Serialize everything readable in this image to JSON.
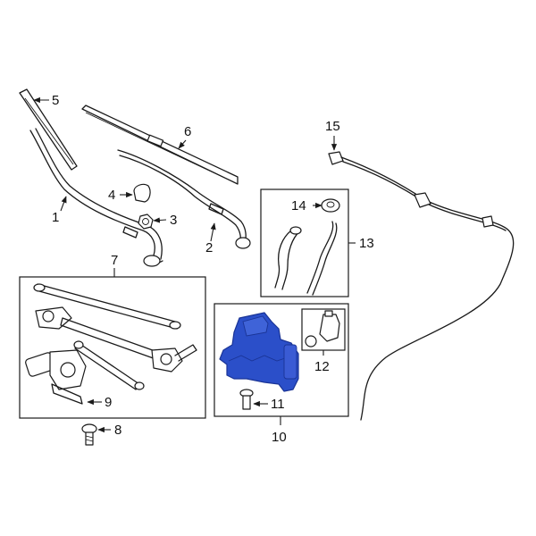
{
  "callouts": [
    {
      "id": "c1",
      "label": "1"
    },
    {
      "id": "c2",
      "label": "2"
    },
    {
      "id": "c3",
      "label": "3"
    },
    {
      "id": "c4",
      "label": "4"
    },
    {
      "id": "c5",
      "label": "5"
    },
    {
      "id": "c6",
      "label": "6"
    },
    {
      "id": "c7",
      "label": "7"
    },
    {
      "id": "c8",
      "label": "8"
    },
    {
      "id": "c9",
      "label": "9"
    },
    {
      "id": "c10",
      "label": "10"
    },
    {
      "id": "c11",
      "label": "11"
    },
    {
      "id": "c12",
      "label": "12"
    },
    {
      "id": "c13",
      "label": "13"
    },
    {
      "id": "c14",
      "label": "14"
    },
    {
      "id": "c15",
      "label": "15"
    }
  ],
  "colors": {
    "highlight": "#2b4fc9",
    "highlight_dark": "#1a3496",
    "line": "#1a1a1a",
    "background": "#ffffff"
  }
}
